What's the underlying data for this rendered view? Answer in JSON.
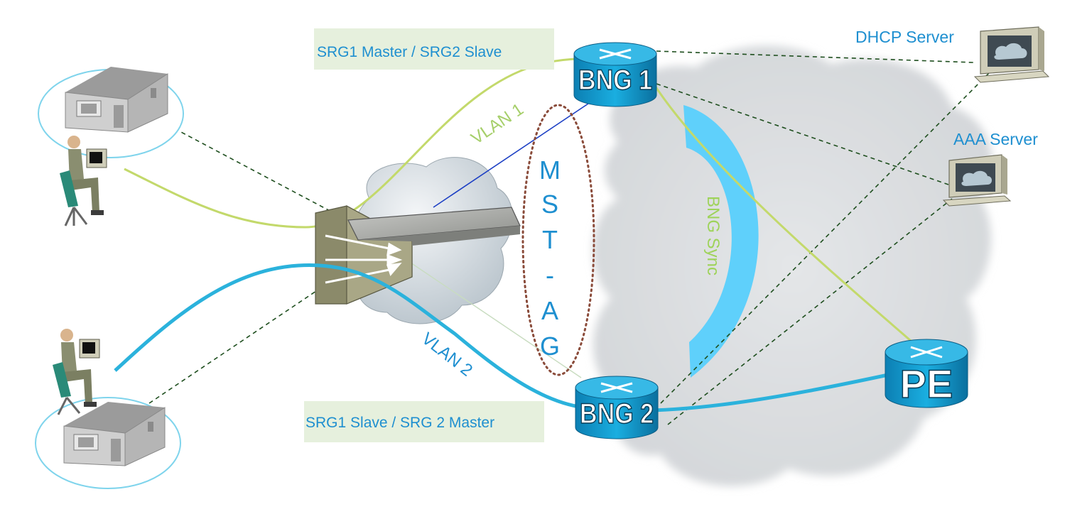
{
  "labels": {
    "srg_top": "SRG1 Master / SRG2 Slave",
    "srg_bottom": "SRG1 Slave / SRG 2 Master",
    "vlan1": "VLAN 1",
    "vlan2": "VLAN 2",
    "dhcp_server": "DHCP Server",
    "aaa_server": "AAA Server",
    "bng_sync": "BNG Sync",
    "mst_ag": [
      "M",
      "S",
      "T",
      "-",
      "A",
      "G"
    ]
  },
  "routers": {
    "bng1": "BNG 1",
    "bng2": "BNG 2",
    "pe": "PE"
  },
  "colors": {
    "label_blue": "#1e8fd0",
    "vlan1_line": "#c3d96b",
    "vlan1_text": "#a6cf6a",
    "vlan2_line": "#2bb2dc",
    "router_blue": "#19a4d8",
    "sync_arc": "#5fd0fb",
    "sync_text": "#9ed35a",
    "label_box": "#e6f0dd",
    "dashed": "#1f4f1f",
    "mst_ring": "#8a4b3a"
  }
}
